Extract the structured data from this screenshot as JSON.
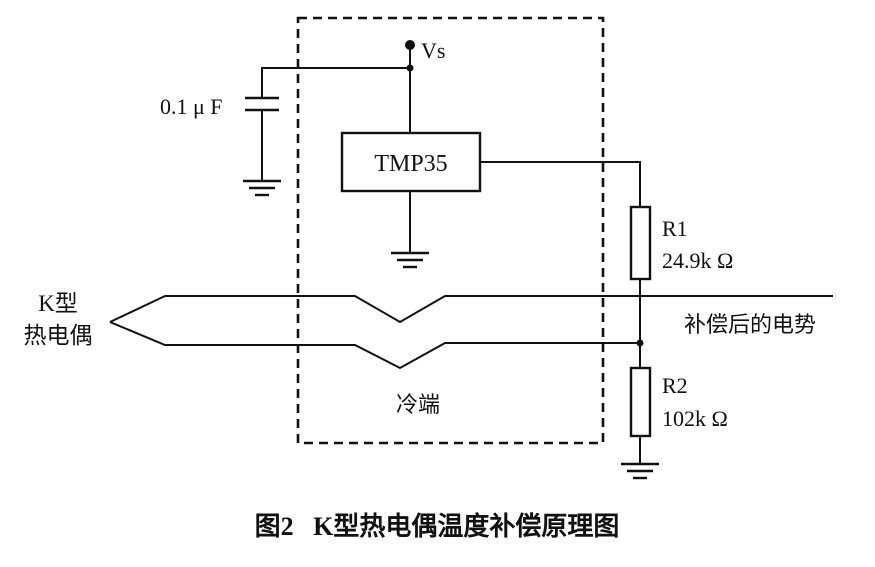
{
  "labels": {
    "vs": "Vs",
    "capacitor": "0.1 μ F",
    "sensor": "TMP35",
    "r1_name": "R1",
    "r1_value": "24.9k Ω",
    "r2_name": "R2",
    "r2_value": "102k Ω",
    "thermocouple_line1": "K型",
    "thermocouple_line2": "热电偶",
    "compensated_emf": "补偿后的电势",
    "cold_junction": "冷端",
    "caption": "图2   K型热电偶温度补偿原理图"
  }
}
